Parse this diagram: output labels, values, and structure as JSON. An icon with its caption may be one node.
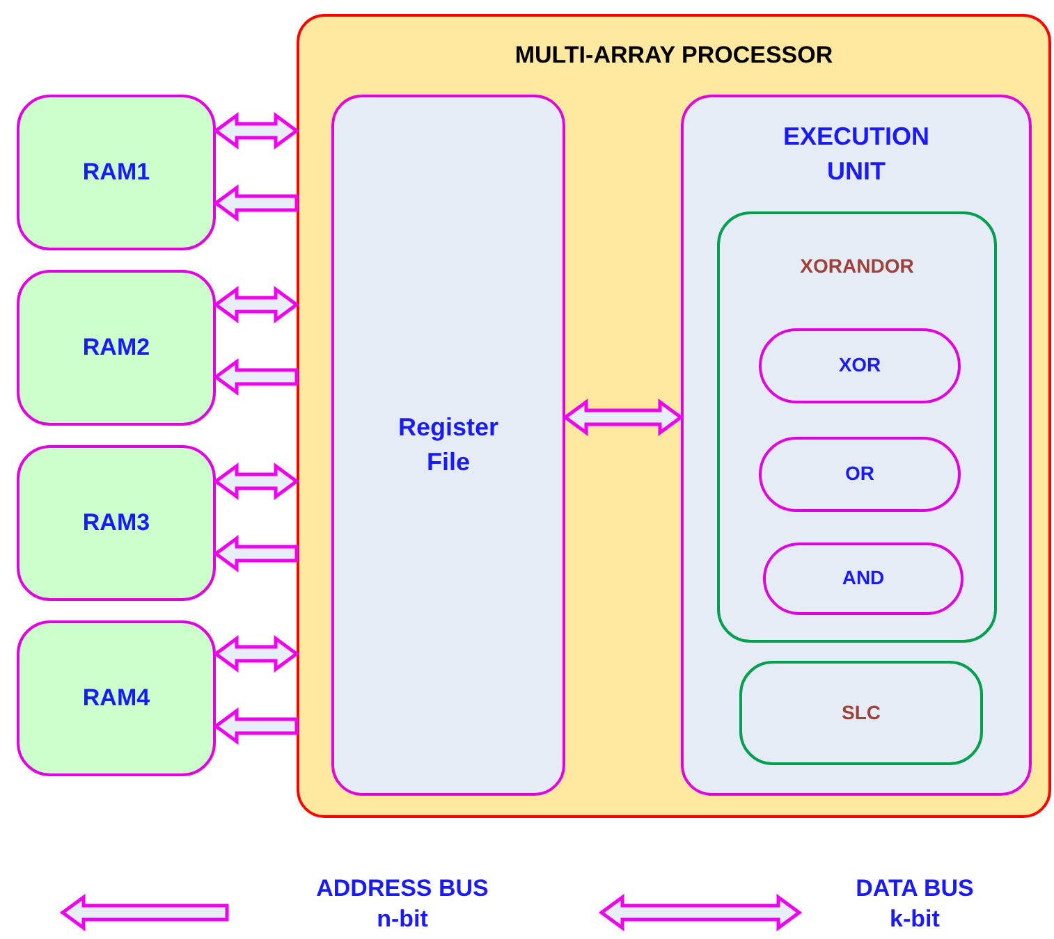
{
  "diagram": {
    "nodes": [
      {
        "text": [
          "MULTI-ARRAY PROCESSOR"
        ]
      },
      {
        "text": [
          "RAM1"
        ]
      },
      {
        "text": [
          "RAM2"
        ]
      },
      {
        "text": [
          "RAM3"
        ]
      },
      {
        "text": [
          "RAM4"
        ]
      },
      {
        "text": [
          "Register File"
        ],
        "in": 0
      },
      {
        "text": [
          "EXECUTION UNIT"
        ],
        "in": 0
      },
      {
        "text": [
          "XORANDOR"
        ],
        "in": 6
      },
      {
        "text": [
          "XOR"
        ],
        "in": 7
      },
      {
        "text": [
          "OR"
        ],
        "in": 7
      },
      {
        "text": [
          "AND"
        ],
        "in": 7
      },
      {
        "text": [
          "SLC"
        ],
        "in": 6
      }
    ],
    "edges": [
      {
        "from": 1,
        "to": 0,
        "arrow": "both"
      },
      {
        "from": 0,
        "to": 1,
        "arrow": "to"
      },
      {
        "from": 2,
        "to": 0,
        "arrow": "both"
      },
      {
        "from": 0,
        "to": 2,
        "arrow": "to"
      },
      {
        "from": 3,
        "to": 0,
        "arrow": "both"
      },
      {
        "from": 0,
        "to": 3,
        "arrow": "to"
      },
      {
        "from": 4,
        "to": 0,
        "arrow": "both"
      },
      {
        "from": 0,
        "to": 4,
        "arrow": "to"
      },
      {
        "from": 5,
        "to": 6,
        "arrow": "both"
      }
    ],
    "legend": [
      {
        "text": "ADDRESS BUS n-bit"
      },
      {
        "text": "DATA BUS k-bit"
      }
    ]
  }
}
